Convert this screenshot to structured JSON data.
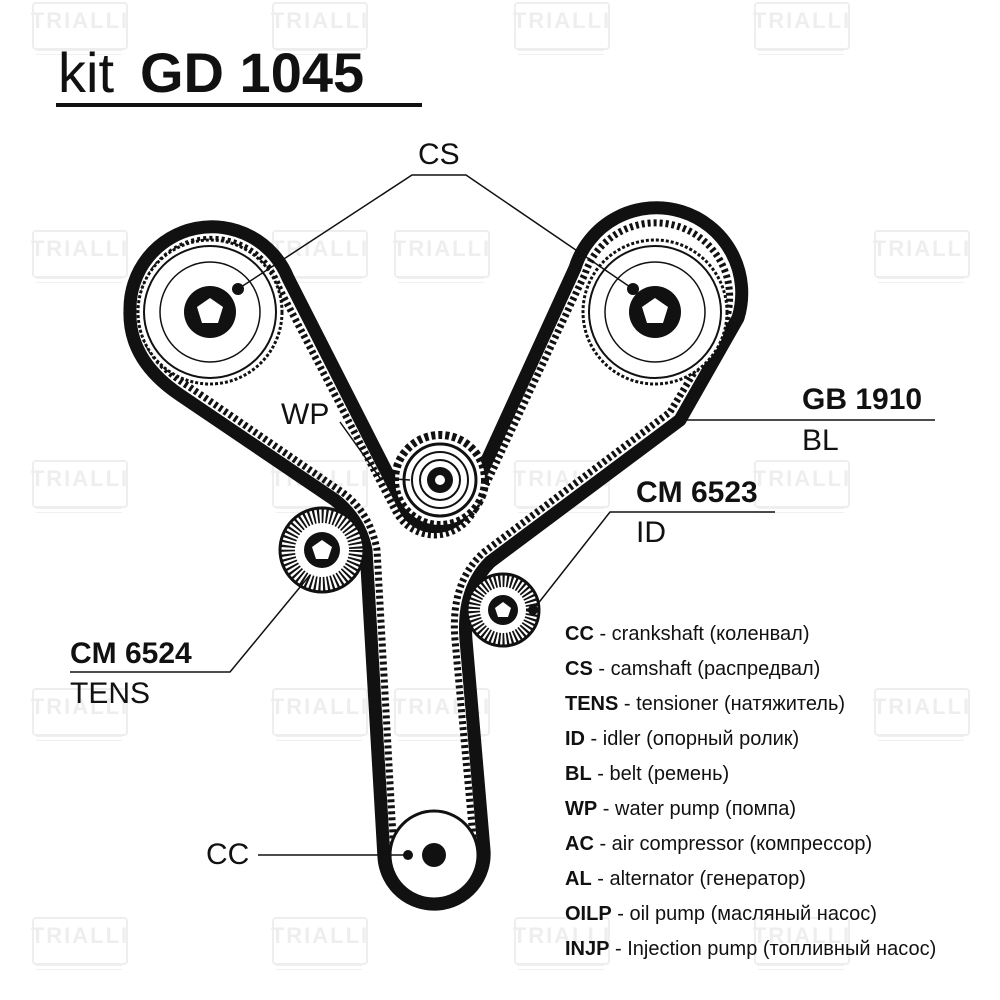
{
  "watermark": {
    "text": "TRIALLI"
  },
  "title": {
    "prefix": "kit",
    "code": "GD 1045"
  },
  "labels": {
    "cs": "CS",
    "wp": "WP",
    "belt_code": "GB 1910",
    "belt_abbr": "BL",
    "idler_code": "CM 6523",
    "idler_abbr": "ID",
    "tensioner_code": "CM 6524",
    "tensioner_abbr": "TENS",
    "cc": "CC"
  },
  "legend": [
    {
      "abbr": "CC",
      "text": "crankshaft (коленвал)"
    },
    {
      "abbr": "CS",
      "text": "camshaft (распредвал)"
    },
    {
      "abbr": "TENS",
      "text": "tensioner (натяжитель)"
    },
    {
      "abbr": "ID",
      "text": "idler (опорный ролик)"
    },
    {
      "abbr": "BL",
      "text": "belt (ремень)"
    },
    {
      "abbr": "WP",
      "text": "water pump (помпа)"
    },
    {
      "abbr": "AC",
      "text": "air compressor (компрессор)"
    },
    {
      "abbr": "AL",
      "text": "alternator (генератор)"
    },
    {
      "abbr": "OILP",
      "text": "oil pump (масляный насос)"
    },
    {
      "abbr": "INJP",
      "text": "Injection pump (топливный насос)"
    }
  ],
  "legend_separator": " - "
}
